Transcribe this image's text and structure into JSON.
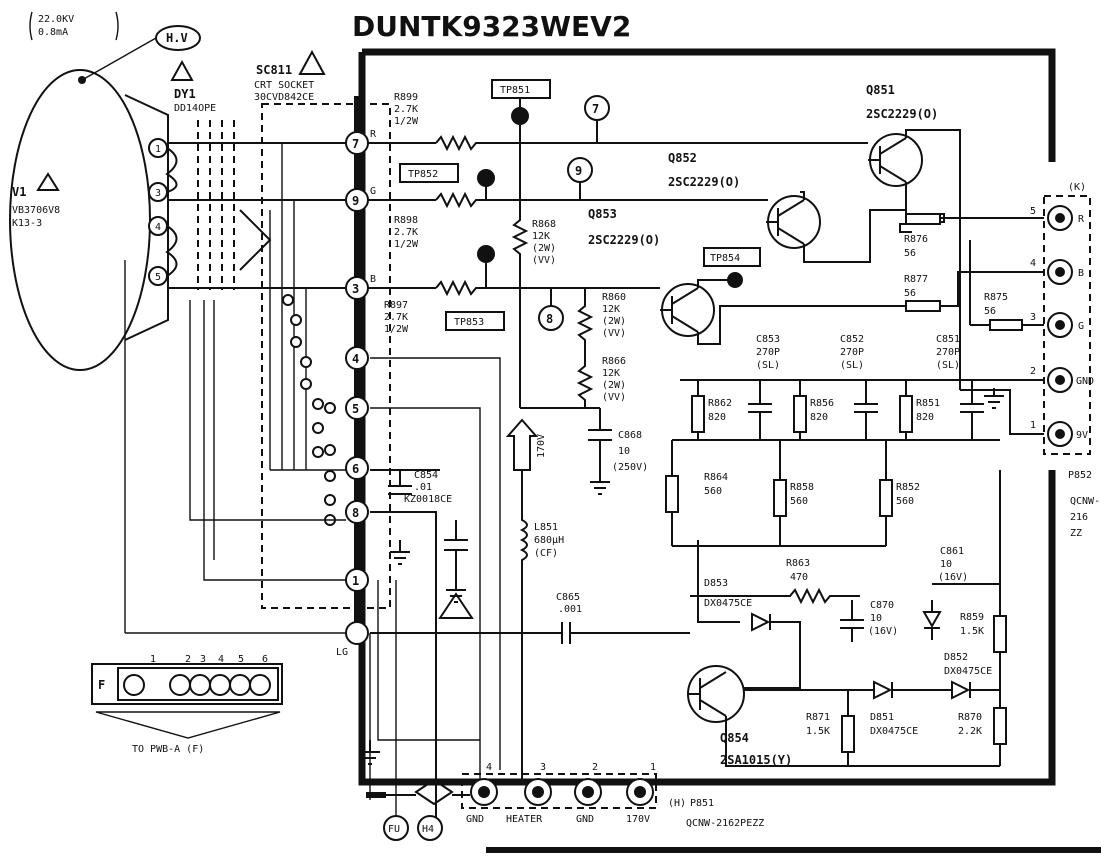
{
  "title": "DUNTK9323WEV2",
  "hv_label": "H.V",
  "hv_spec": [
    "22.0KV",
    "0.8mA"
  ],
  "crt": {
    "ref": "V1",
    "part": [
      "VB3706V8",
      "K13-3"
    ]
  },
  "yoke": {
    "ref": "DY1",
    "part": "DD14OPE"
  },
  "socket": {
    "ref": "SC811",
    "part": [
      "CRT SOCKET",
      "30CVD842CE"
    ]
  },
  "testpoints": [
    "TP851",
    "TP852",
    "TP853",
    "TP854"
  ],
  "nodes": [
    "7",
    "9",
    "8"
  ],
  "pins_left": [
    "7",
    "9",
    "3",
    "4",
    "5",
    "6",
    "8",
    "1"
  ],
  "pin_signals": {
    "r": "R",
    "g": "G",
    "b": "B"
  },
  "lg_label": "LG",
  "transistors": {
    "q851": {
      "ref": "Q851",
      "part": "2SC2229(O)"
    },
    "q852": {
      "ref": "Q852",
      "part": "2SC2229(O)"
    },
    "q853": {
      "ref": "Q853",
      "part": "2SC2229(O)"
    },
    "q854": {
      "ref": "Q854",
      "part": "2SA1015(Y)"
    }
  },
  "resistors": {
    "r899": [
      "R899",
      "2.7K",
      "1/2W"
    ],
    "r898": [
      "R898",
      "2.7K",
      "1/2W"
    ],
    "r897": [
      "R897",
      "2.7K",
      "1/2W"
    ],
    "r868": [
      "R868",
      "12K",
      "(2W)",
      "(VV)"
    ],
    "r860": [
      "R860",
      "12K",
      "(2W)",
      "(VV)"
    ],
    "r866": [
      "R866",
      "12K",
      "(2W)",
      "(VV)"
    ],
    "r876": [
      "R876",
      "56"
    ],
    "r877": [
      "R877",
      "56"
    ],
    "r875": [
      "R875",
      "56"
    ],
    "r862": [
      "R862",
      "820"
    ],
    "r856": [
      "R856",
      "820"
    ],
    "r851": [
      "R851",
      "820"
    ],
    "r864": [
      "R864",
      "560"
    ],
    "r858": [
      "R858",
      "560"
    ],
    "r852": [
      "R852",
      "560"
    ],
    "r863": [
      "R863",
      "470"
    ],
    "r859": [
      "R859",
      "1.5K"
    ],
    "r871": [
      "R871",
      "1.5K"
    ],
    "r870": [
      "R870",
      "2.2K"
    ]
  },
  "capacitors": {
    "c853": [
      "C853",
      "270P",
      "(SL)"
    ],
    "c852": [
      "C852",
      "270P",
      "(SL)"
    ],
    "c851": [
      "C851",
      "270P",
      "(SL)"
    ],
    "c868": [
      "C868",
      "10",
      "(250V)"
    ],
    "c854": [
      "C854",
      ".01",
      "KZ0018CE"
    ],
    "c865": [
      "C865",
      ".001"
    ],
    "c861": [
      "C861",
      "10",
      "(16V)"
    ],
    "c870": [
      "C870",
      "10",
      "(16V)"
    ]
  },
  "diodes": {
    "d853": [
      "D853",
      "DX0475CE"
    ],
    "d852": [
      "D852",
      "DX0475CE"
    ],
    "d851": [
      "D851",
      "DX0475CE"
    ]
  },
  "inductor": [
    "L851",
    "680µH",
    "(CF)"
  ],
  "v170": "170V",
  "connector_k": {
    "ref": "(K)",
    "pins": [
      {
        "num": "5",
        "sig": "R"
      },
      {
        "num": "4",
        "sig": "B"
      },
      {
        "num": "3",
        "sig": "G"
      },
      {
        "num": "2",
        "sig": "GND"
      },
      {
        "num": "1",
        "sig": "9V"
      }
    ],
    "part": [
      "P852",
      "QCNW-",
      "216",
      "ZZ"
    ]
  },
  "connector_h": {
    "ref": "(H)",
    "part": [
      "P851",
      "QCNW-2162PEZZ"
    ],
    "pins": [
      {
        "num": "4",
        "sig": "GND"
      },
      {
        "num": "3",
        "sig": "HEATER"
      },
      {
        "num": "2",
        "sig": "GND"
      },
      {
        "num": "1",
        "sig": "170V"
      }
    ]
  },
  "connector_f": {
    "ref": "F",
    "pins": [
      "1",
      "2",
      "3",
      "4",
      "5",
      "6"
    ],
    "dest": "TO PWB-A (F)"
  },
  "bottom_circles": [
    "FU",
    "H4"
  ]
}
